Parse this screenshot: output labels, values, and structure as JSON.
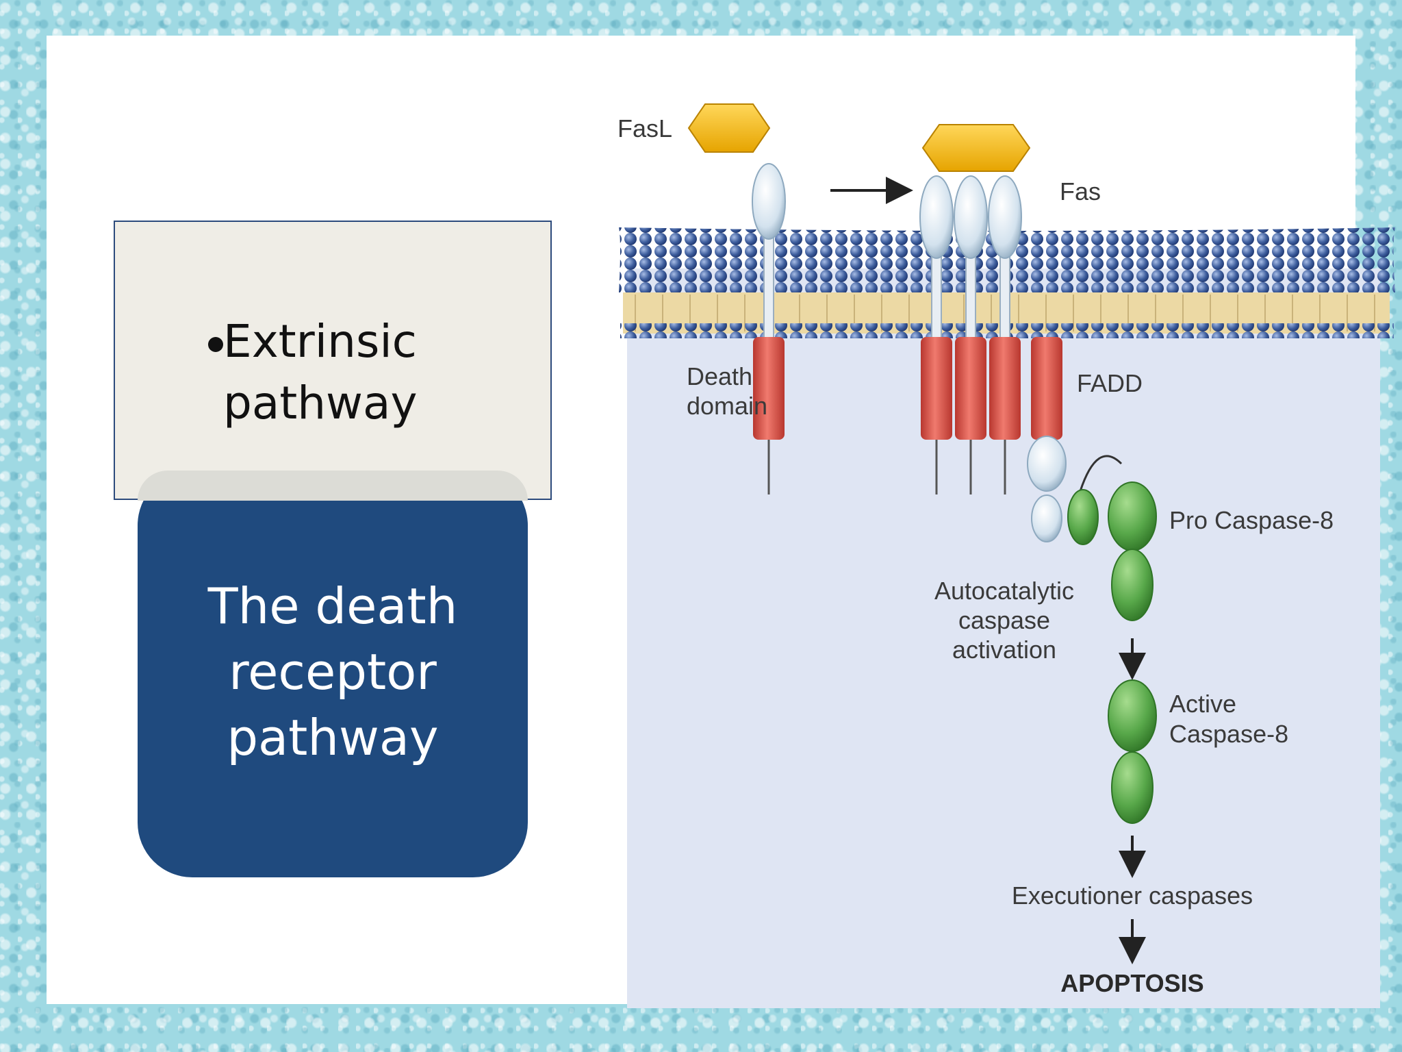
{
  "left_panel": {
    "bullet_lines": [
      "Extrinsic",
      "pathway"
    ],
    "box_lines": [
      "The death",
      "receptor",
      "pathway"
    ]
  },
  "diagram": {
    "ligand_label": "FasL",
    "receptor_label": "Fas",
    "death_domain_lines": [
      "Death",
      "domain"
    ],
    "adaptor_label": "FADD",
    "pro_caspase_label": "Pro Caspase-8",
    "autocatalytic_lines": [
      "Autocatalytic",
      "caspase",
      "activation"
    ],
    "active_caspase_lines": [
      "Active",
      "Caspase-8"
    ],
    "executioner_label": "Executioner caspases",
    "outcome_label": "APOPTOSIS"
  },
  "colors": {
    "ligand": "#f2b81e",
    "receptor": "#dde9f2",
    "death_domain": "#d8534a",
    "caspase": "#58a84a",
    "membrane_head": "#3f5f9e",
    "membrane_tail": "#ecd9a4",
    "cytoplasm": "#dfe5f3",
    "box_blue": "#1f4a7e"
  }
}
